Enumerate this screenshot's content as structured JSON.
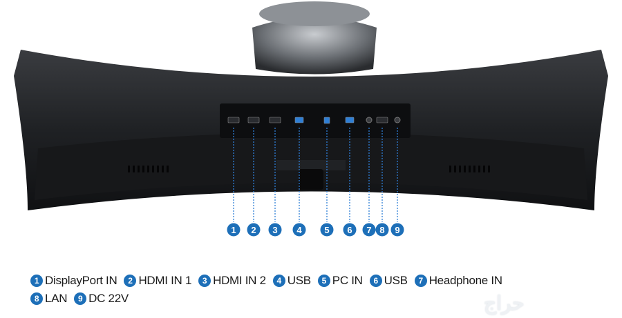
{
  "accent_color": "#1d6fb8",
  "ports": [
    {
      "number": "1",
      "label": "DisplayPort IN",
      "icon": "displayport-port-icon"
    },
    {
      "number": "2",
      "label": "HDMI IN 1",
      "icon": "hdmi-port-icon"
    },
    {
      "number": "3",
      "label": "HDMI IN 2",
      "icon": "hdmi-port-icon"
    },
    {
      "number": "4",
      "label": "USB",
      "icon": "usb-port-icon"
    },
    {
      "number": "5",
      "label": "PC IN",
      "icon": "usb-b-port-icon"
    },
    {
      "number": "6",
      "label": "USB",
      "icon": "usb-port-icon"
    },
    {
      "number": "7",
      "label": "Headphone IN",
      "icon": "headphone-jack-icon"
    },
    {
      "number": "8",
      "label": "LAN",
      "icon": "lan-port-icon"
    },
    {
      "number": "9",
      "label": "DC 22V",
      "icon": "dc-power-port-icon"
    }
  ],
  "watermark": "حراج"
}
